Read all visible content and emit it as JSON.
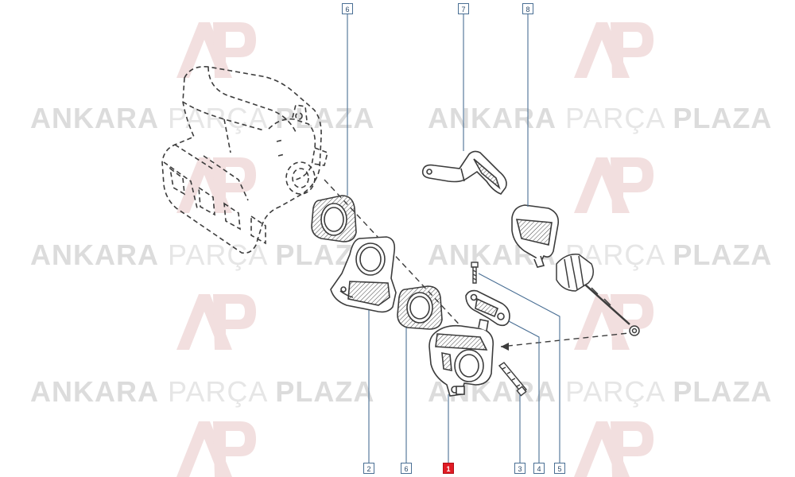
{
  "watermark": {
    "brand_bold": "ANKARA",
    "brand_light": "PARÇA",
    "brand_bold2": "PLAZA",
    "logo_text": "AP",
    "color": "#e0e0e0"
  },
  "callouts": [
    {
      "id": "c6a",
      "label": "6",
      "highlight": false
    },
    {
      "id": "c7",
      "label": "7",
      "highlight": false
    },
    {
      "id": "c8",
      "label": "8",
      "highlight": false
    },
    {
      "id": "c2",
      "label": "2",
      "highlight": false
    },
    {
      "id": "c6b",
      "label": "6",
      "highlight": false
    },
    {
      "id": "c1",
      "label": "1",
      "highlight": true
    },
    {
      "id": "c3",
      "label": "3",
      "highlight": false
    },
    {
      "id": "c4",
      "label": "4",
      "highlight": false
    },
    {
      "id": "c5",
      "label": "5",
      "highlight": false
    }
  ],
  "colors": {
    "line": "#3c3c3c",
    "leader": "#4a6f94",
    "highlight": "#e01b24"
  },
  "icons": [
    "intake-manifold-icon",
    "gasket-icon",
    "throttle-body-icon",
    "bracket-icon",
    "cable-icon",
    "bolt-icon"
  ]
}
